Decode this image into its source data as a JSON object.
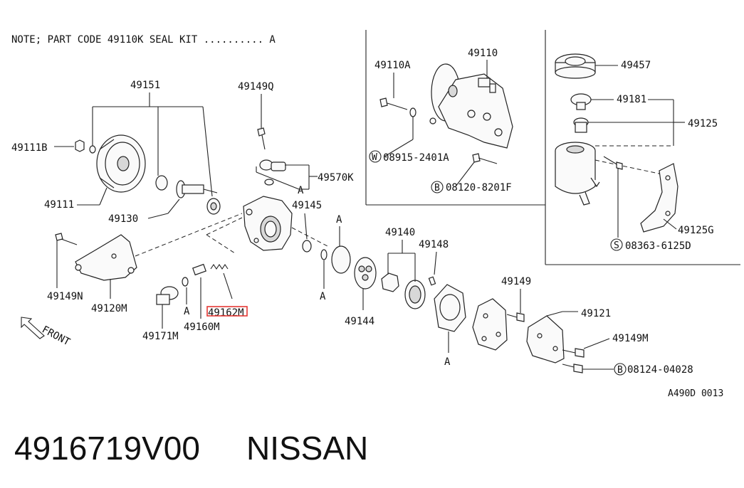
{
  "note": "NOTE; PART CODE 49110K  SEAL KIT .......... A",
  "figure_code": "A490D 0013",
  "footer": {
    "part_number": "4916719V00",
    "brand": "NISSAN"
  },
  "front_label": "FRONT",
  "highlight_color": "#e53935",
  "callouts": {
    "p49151": "49151",
    "p49111B": "49111B",
    "p49111": "49111",
    "p49130": "49130",
    "p49149Q": "49149Q",
    "p49570K": "49570K",
    "p49145": "49145",
    "p49149N": "49149N",
    "p49120M": "49120M",
    "p49171M": "49171M",
    "p49160M": "49160M",
    "p49162M": "49162M",
    "p49140": "49140",
    "p49148": "49148",
    "p49144": "49144",
    "p49149": "49149",
    "p49121": "49121",
    "p49149M": "49149M",
    "b08124": "08124-04028",
    "p49110A": "49110A",
    "p49110": "49110",
    "w08915": "08915-2401A",
    "b08120": "08120-8201F",
    "p49457": "49457",
    "p49181": "49181",
    "p49125": "49125",
    "p49125G": "49125G",
    "s08363": "08363-6125D",
    "mark_w": "W",
    "mark_b": "B",
    "mark_s": "S",
    "seal_a": "A"
  }
}
